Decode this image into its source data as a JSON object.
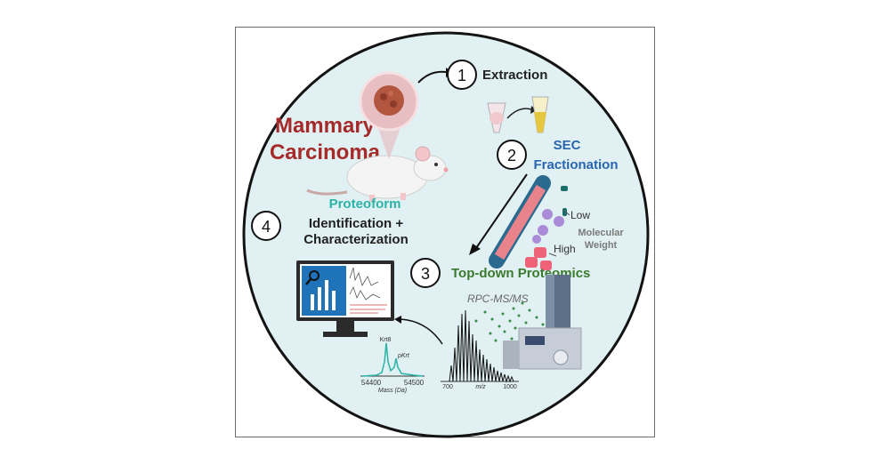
{
  "title": {
    "line1": "Mammary",
    "line2": "Carcinoma"
  },
  "steps": [
    {
      "number": "1",
      "label": "Extraction"
    },
    {
      "number": "2",
      "label_line1": "SEC",
      "label_line2": "Fractionation"
    },
    {
      "number": "3",
      "label": "Top-down Proteomics"
    },
    {
      "number": "4",
      "label_line1": "Identification +",
      "label_line2": "Characterization"
    }
  ],
  "proteoform_label": "Proteoform",
  "sec_labels": {
    "low": "Low",
    "high": "High",
    "mw_line1": "Molecular",
    "mw_line2": "Weight"
  },
  "ms_label": "RPC-MS/MS",
  "spectrum": {
    "tick_left": "700",
    "tick_right": "1000",
    "axis": "m/z"
  },
  "mass_plot": {
    "peak1": "Krt8",
    "peak2": "pKrt",
    "tick_left": "54400",
    "tick_right": "54500",
    "axis": "Mass (Da)"
  },
  "colors": {
    "circle_fill": "#e1f0f2",
    "title_red": "#a52a2a",
    "sec_blue": "#2866b0",
    "topdown_green": "#3a7a2e",
    "proteoform_teal": "#2ab3a6",
    "monitor_blue": "#1f73b8"
  }
}
